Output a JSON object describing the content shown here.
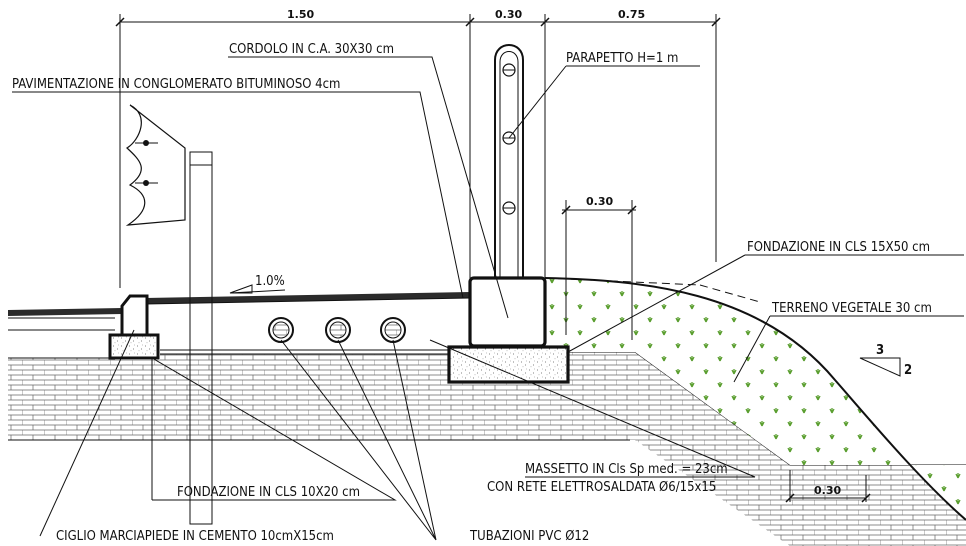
{
  "dimensions": {
    "d1": "1.50",
    "d2": "0.30",
    "d3": "0.75",
    "d4": "0.30",
    "d5": "0.30"
  },
  "slope_label": "1.0%",
  "ratio": {
    "run": "3",
    "rise": "2"
  },
  "labels": {
    "cordolo": "CORDOLO  IN C.A. 30X30 cm",
    "parapetto": "PARAPETTO H=1 m",
    "pavimentazione": "PAVIMENTAZIONE IN CONGLOMERATO BITUMINOSO 4cm",
    "fondazione_15x50": "FONDAZIONE IN CLS 15X50 cm",
    "terreno": "TERRENO VEGETALE 30 cm",
    "massetto_1": "MASSETTO IN Cls Sp med. = 23cm",
    "massetto_2": "CON RETE ELETTROSALDATA Ø6/15x15",
    "fondazione_10x20": "FONDAZIONE IN CLS 10X20 cm",
    "ciglio": "CIGLIO MARCIAPIEDE IN CEMENTO 10cmX15cm",
    "tubazioni": "TUBAZIONI PVC Ø12"
  },
  "colors": {
    "line": "#111111",
    "vegetation": "#5a9e2f",
    "asphalt": "#2b2b2b"
  }
}
